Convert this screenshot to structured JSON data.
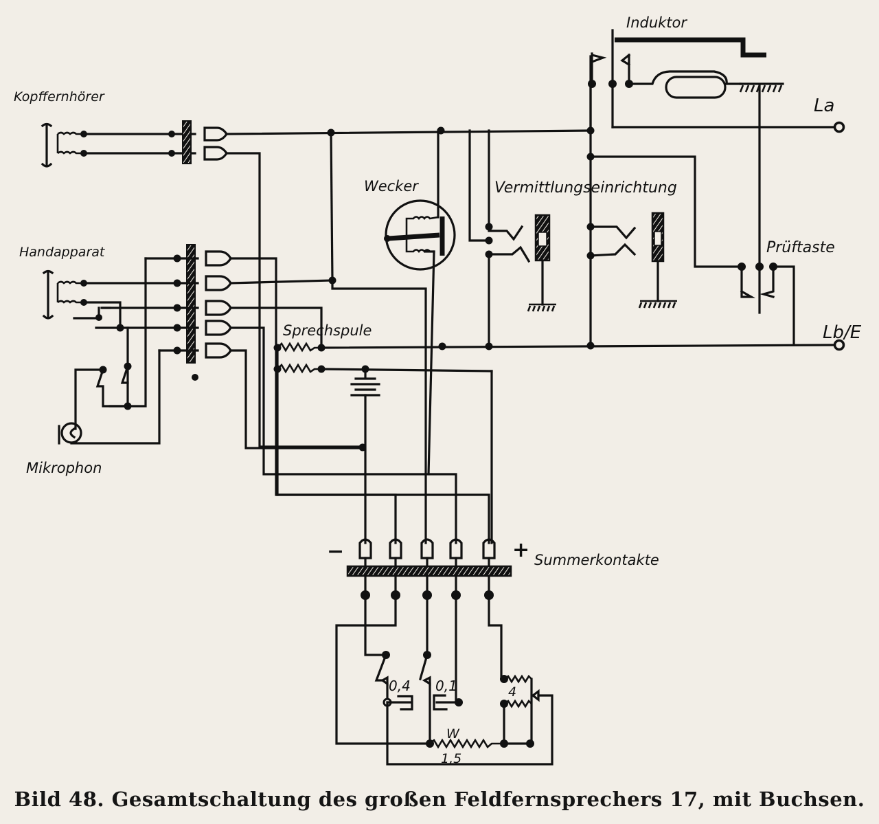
{
  "diagram": {
    "type": "circuit-schematic",
    "components": {
      "headphones": "Kopffernhörer",
      "handset": "Handapparat",
      "microphone": "Mikrophon",
      "bell": "Wecker",
      "switching_device": "Vermittlungseinrichtung",
      "inductor": "Induktor",
      "test_key": "Prüftaste",
      "speech_coil": "Sprechspule",
      "buzzer_contacts": "Summerkontakte"
    },
    "terminals": {
      "line_a": "La",
      "line_b_earth": "Lb/E"
    },
    "polarity": {
      "minus": "−",
      "plus": "+"
    },
    "values": {
      "switch_left": "0,4",
      "switch_right": "0,1",
      "resistor_label": "W",
      "resistor_value": "1,5",
      "coil_value": "4"
    }
  },
  "caption": "Bild 48. Gesamtschaltung des großen Feldfernsprechers 17, mit Buchsen."
}
